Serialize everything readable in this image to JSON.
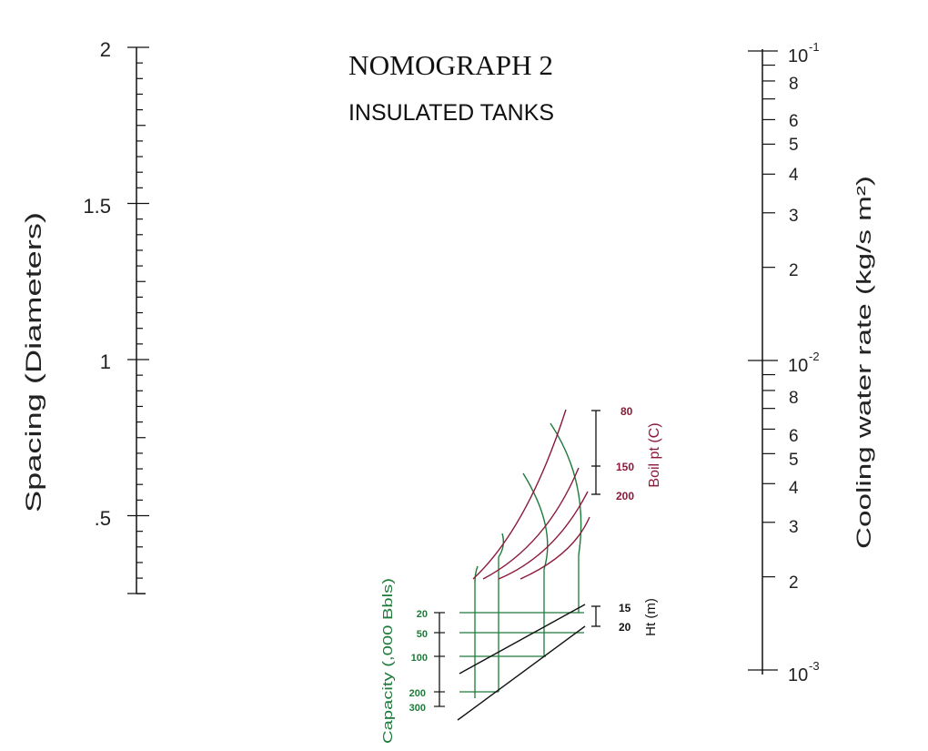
{
  "title": "NOMOGRAPH 2",
  "subtitle": "INSULATED TANKS",
  "left_axis": {
    "label": "Spacing (Diameters)",
    "ticks": [
      {
        "value": 2,
        "label": "2"
      },
      {
        "value": 1.5,
        "label": "1.5"
      },
      {
        "value": 1,
        "label": "1"
      },
      {
        "value": 0.5,
        "label": ".5"
      }
    ],
    "range": [
      0.25,
      2
    ]
  },
  "right_axis": {
    "label": "Cooling water rate (kg/s m²)",
    "scale": "log",
    "range": [
      0.001,
      0.1
    ],
    "decades": [
      {
        "base": "10",
        "exp": "-1"
      },
      {
        "base": "10",
        "exp": "-2"
      },
      {
        "base": "10",
        "exp": "-3"
      }
    ],
    "minor_labels": [
      "8",
      "6",
      "5",
      "4",
      "3",
      "2"
    ]
  },
  "boil_point": {
    "label": "Boil pt (C)",
    "ticks": [
      "80",
      "150",
      "200"
    ],
    "color": "#8b1a3a"
  },
  "height": {
    "label": "Ht (m)",
    "ticks": [
      "15",
      "20"
    ],
    "color": "#111111"
  },
  "capacity": {
    "label": "Capacity (,000 Bbls)",
    "ticks": [
      "20",
      "50",
      "100",
      "200",
      "300"
    ],
    "color": "#1e7a3a"
  }
}
